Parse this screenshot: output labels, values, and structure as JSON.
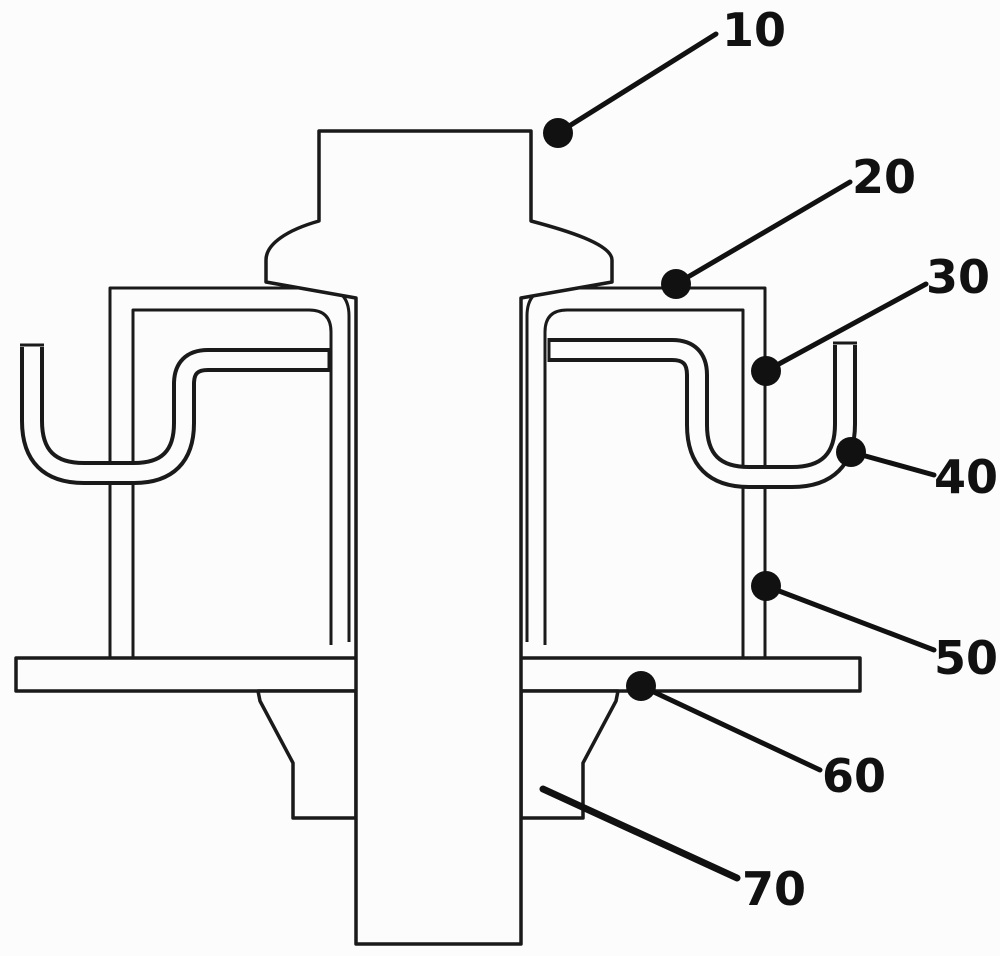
{
  "figure": {
    "kind": "patent-style cross-section assembly diagram",
    "background_color": "#fcfcfc",
    "line_color": "#1a1a1a",
    "labels": [
      {
        "ref": "10"
      },
      {
        "ref": "20"
      },
      {
        "ref": "30"
      },
      {
        "ref": "40"
      },
      {
        "ref": "50"
      },
      {
        "ref": "60"
      },
      {
        "ref": "70"
      }
    ]
  }
}
